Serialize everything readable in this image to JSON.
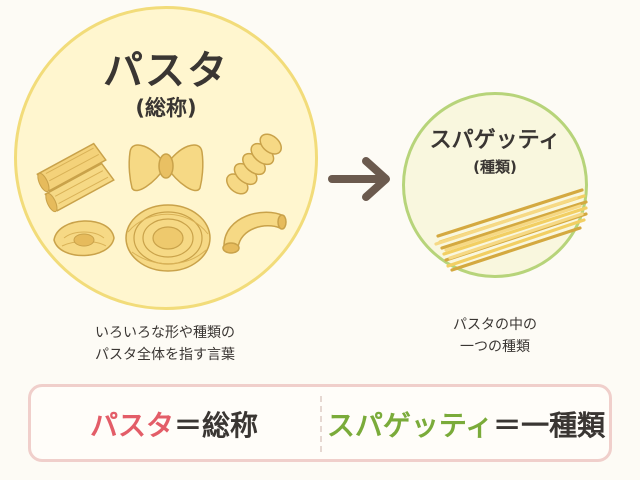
{
  "general": {
    "title": "パスタ",
    "subtitle": "(総称)",
    "caption_line1": "いろいろな形や種類の",
    "caption_line2": "パスタ全体を指す言葉"
  },
  "specific": {
    "title": "スパゲッティ",
    "subtitle": "(種類)",
    "caption_line1": "パスタの中の",
    "caption_line2": "一つの種類"
  },
  "summary": {
    "left_term": "パスタ",
    "left_equals": "＝",
    "left_value": "総称",
    "right_term": "スパゲッティ",
    "right_equals": "＝",
    "right_value": "一種類"
  },
  "colors": {
    "pasta_circle_border": "#f2dc7a",
    "spaghetti_circle_border": "#b7d47a",
    "pasta_term": "#e35d68",
    "spaghetti_term": "#7aab3a",
    "arrow": "#6b5a4e"
  },
  "icons": [
    "penne-icon",
    "farfalle-icon",
    "fusilli-icon",
    "conchiglie-icon",
    "tagliatelle-nest-icon",
    "macaroni-icon",
    "right-arrow-icon",
    "spaghetti-bundle-icon"
  ]
}
